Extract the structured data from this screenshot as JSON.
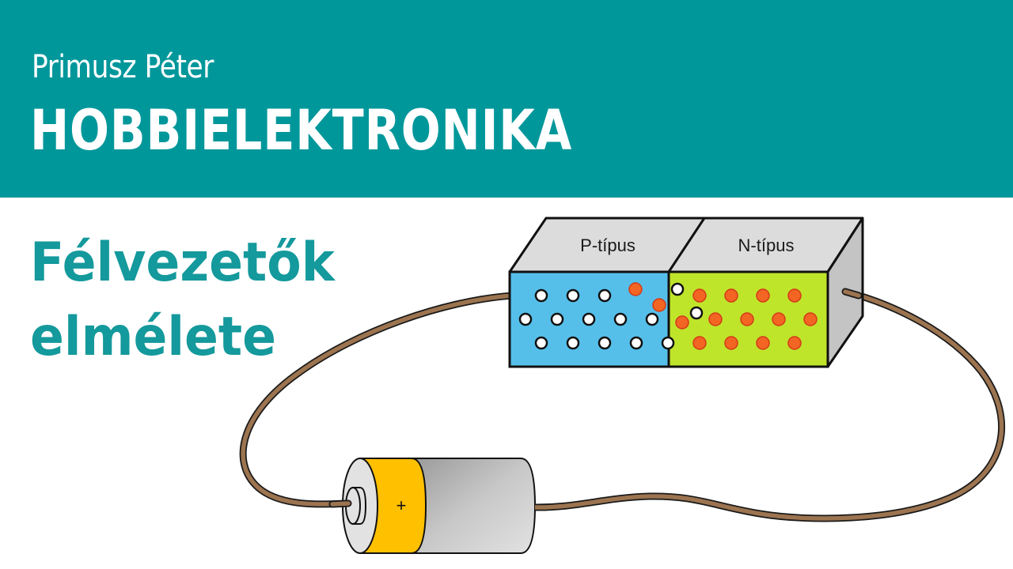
{
  "header": {
    "author": "Primusz Péter",
    "series": "HOBBIELEKTRONIKA",
    "background_color": "#00979b"
  },
  "main": {
    "title_line1": "Félvezetők",
    "title_line2": "elmélete",
    "title_color": "#14999c"
  },
  "diagram": {
    "p_region": {
      "label": "P-típus",
      "color": "#55bfea",
      "carrier": "holes (white circles)"
    },
    "n_region": {
      "label": "N-típus",
      "color": "#bfe52a",
      "carrier": "electrons (orange circles)"
    },
    "battery": {
      "terminal_label": "+",
      "band_color": "#ffc000"
    },
    "wire_color": "#9c7450",
    "electron_color": "#f26522",
    "hole_color": "#ffffff"
  }
}
